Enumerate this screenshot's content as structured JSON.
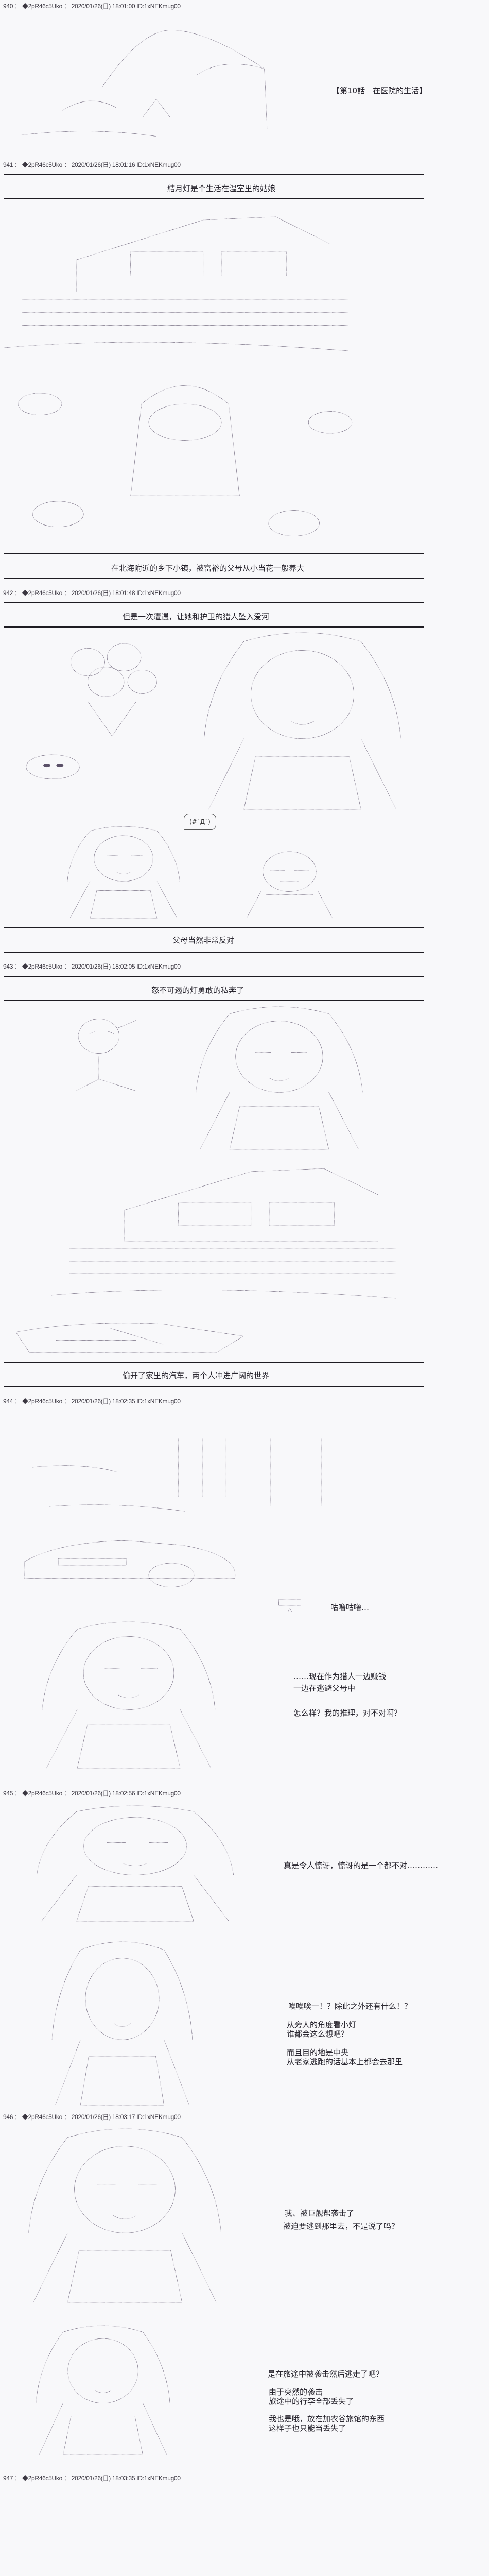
{
  "posts": [
    {
      "header": "940 ： ◆2pR46c5Uko ： 2020/01/26(日) 18:01:00 ID:1xNEKmug00",
      "title": "【第10話　在医院的生活】"
    },
    {
      "header": "941 ： ◆2pR46c5Uko ： 2020/01/26(日) 18:01:16 ID:1xNEKmug00",
      "lines": [
        "結月灯是个生活在温室里的姑娘",
        "在北海附近的乡下小镇，被富裕的父母从小当花一般养大"
      ]
    },
    {
      "header": "942 ： ◆2pR46c5Uko ： 2020/01/26(日) 18:01:48 ID:1xNEKmug00",
      "lines": [
        "但是一次遭遇，让她和护卫的猎人坠入爱河",
        "父母当然非常反对"
      ],
      "bubble": "(#´Д`)"
    },
    {
      "header": "943 ： ◆2pR46c5Uko ： 2020/01/26(日) 18:02:05 ID:1xNEKmug00",
      "lines": [
        "怒不可遏的灯勇敢的私奔了",
        "偷开了家里的汽车，两个人冲进广阔的世界"
      ]
    },
    {
      "header": "944 ： ◆2pR46c5Uko ： 2020/01/26(日) 18:02:35 ID:1xNEKmug00",
      "sfx": "咕噜咕噜…",
      "lines": [
        "……现在作为猎人一边赚钱",
        "一边在逃避父母中",
        "怎么样？我的推理，对不对啊？"
      ]
    },
    {
      "header": "945 ： ◆2pR46c5Uko ： 2020/01/26(日) 18:02:56 ID:1xNEKmug00",
      "lines": [
        "真是令人惊讶，惊讶的是一个都不对…………",
        "唉唉唉一！？除此之外还有什么！？",
        "从旁人的角度看小灯",
        "谁都会这么想吧？",
        "而且目的地是中央",
        "从老家逃跑的话基本上都会去那里"
      ]
    },
    {
      "header": "946 ： ◆2pR46c5Uko ： 2020/01/26(日) 18:03:17 ID:1xNEKmug00",
      "lines": [
        "我、被巨舰帮袭击了",
        "被迫要逃到那里去，不是说了吗？",
        "是在旅途中被袭击然后逃走了吧？",
        "由于突然的袭击",
        "旅途中的行李全部丢失了",
        "我也是哦，放在加农谷旅馆的东西",
        "这样子也只能当丢失了"
      ]
    },
    {
      "header": "947 ： ◆2pR46c5Uko ： 2020/01/26(日) 18:03:35 ID:1xNEKmug00"
    }
  ],
  "colors": {
    "background": "#f8f8fa",
    "text": "#2a2730",
    "art": "#5a5068",
    "rule": "#1e1c22"
  }
}
